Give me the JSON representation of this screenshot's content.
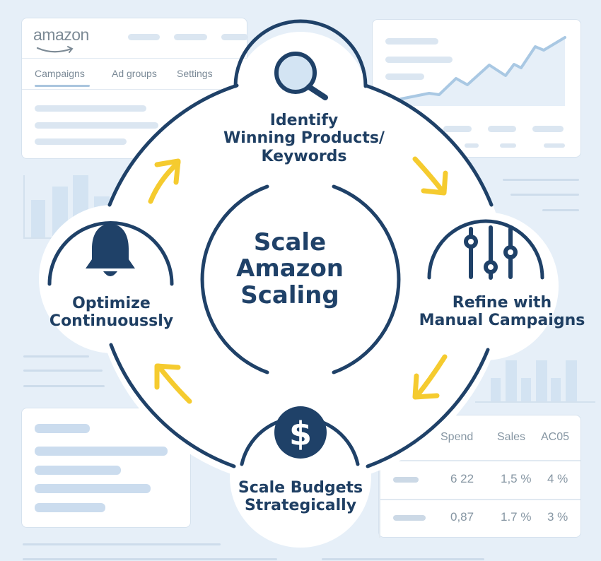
{
  "background": {
    "amazon_card": {
      "logo": "amazon",
      "tabs": [
        {
          "label": "Campaigns",
          "active": true
        },
        {
          "label": "Ad groups",
          "active": false
        },
        {
          "label": "Settings",
          "active": false
        }
      ]
    },
    "metrics_table": {
      "headers": [
        "Spend",
        "Sales",
        "AC05"
      ],
      "rows": [
        {
          "spend": "6 22",
          "sales": "1,5 %",
          "acos": "4 %"
        },
        {
          "spend": "0,87",
          "sales": "1.7 %",
          "acos": "3 %"
        }
      ]
    }
  },
  "diagram": {
    "center": {
      "line1": "Scale",
      "line2": "Amazon",
      "line3": "Scaling"
    },
    "steps": [
      {
        "id": "identify",
        "icon": "magnifier-icon",
        "line1": "Identify",
        "line2": "Winning Products/",
        "line3": "Keywords"
      },
      {
        "id": "refine",
        "icon": "sliders-icon",
        "line1": "Refine with",
        "line2": "Manual Campaigns"
      },
      {
        "id": "budgets",
        "icon": "dollar-icon",
        "line1": "Scale Budgets",
        "line2": "Strategically"
      },
      {
        "id": "optimize",
        "icon": "bell-icon",
        "line1": "Optimize",
        "line2": "Continuoussly"
      }
    ]
  },
  "colors": {
    "navy": "#1f4168",
    "arrow_yellow": "#f5cb2f",
    "background": "#e6eff8",
    "chart_line": "#a9c8e3"
  }
}
